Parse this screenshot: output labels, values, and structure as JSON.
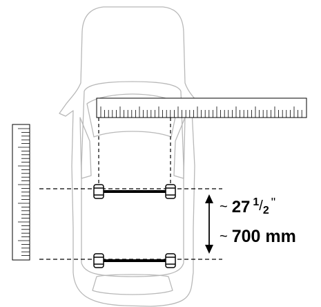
{
  "measurement": {
    "approx_symbol": "~",
    "inches_whole": "27",
    "inches_fraction_numerator": "1",
    "inches_fraction_slash": "/",
    "inches_fraction_denominator": "2",
    "inches_unit": "\"",
    "millimeters": "700 mm"
  },
  "colors": {
    "car_outline": "#b8b8b8",
    "ink": "#000000",
    "ruler_fill": "#ffffff"
  }
}
